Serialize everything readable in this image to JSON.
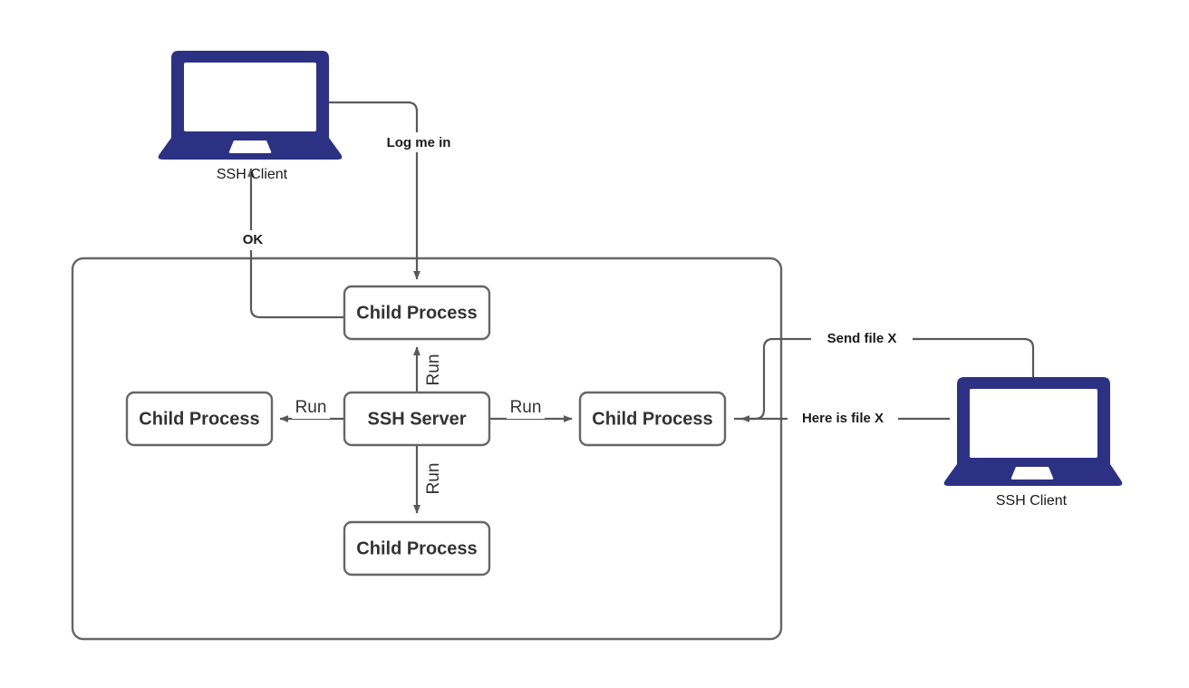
{
  "diagram": {
    "title": "SSH Server with Child Processes",
    "colors": {
      "laptop": "#2d3184",
      "box_border": "#666666",
      "edge": "#595959",
      "text": "#333333",
      "background": "#ffffff"
    },
    "devices": [
      {
        "id": "client-top-left",
        "label": "SSH Client"
      },
      {
        "id": "client-right",
        "label": "SSH Client"
      }
    ],
    "container": {
      "id": "server-host",
      "label": ""
    },
    "nodes": [
      {
        "id": "child-top",
        "label": "Child Process"
      },
      {
        "id": "child-left",
        "label": "Child Process"
      },
      {
        "id": "ssh-server",
        "label": "SSH Server"
      },
      {
        "id": "child-right",
        "label": "Child Process"
      },
      {
        "id": "child-bottom",
        "label": "Child Process"
      }
    ],
    "edges": [
      {
        "id": "login-request",
        "label": "Log me in",
        "from": "client-top-left",
        "to": "child-top",
        "style": "bold",
        "orientation": "horizontal"
      },
      {
        "id": "login-ok",
        "label": "OK",
        "from": "child-top",
        "to": "client-top-left",
        "style": "bold",
        "orientation": "horizontal"
      },
      {
        "id": "run-up",
        "label": "Run",
        "from": "ssh-server",
        "to": "child-top",
        "style": "plain",
        "orientation": "vertical"
      },
      {
        "id": "run-left",
        "label": "Run",
        "from": "ssh-server",
        "to": "child-left",
        "style": "plain",
        "orientation": "horizontal"
      },
      {
        "id": "run-right",
        "label": "Run",
        "from": "ssh-server",
        "to": "child-right",
        "style": "plain",
        "orientation": "horizontal"
      },
      {
        "id": "run-down",
        "label": "Run",
        "from": "ssh-server",
        "to": "child-bottom",
        "style": "plain",
        "orientation": "vertical"
      },
      {
        "id": "send-file",
        "label": "Send file X",
        "from": "child-right",
        "to": "client-right",
        "style": "bold",
        "orientation": "horizontal"
      },
      {
        "id": "here-is-file",
        "label": "Here is file X",
        "from": "client-right",
        "to": "child-right",
        "style": "bold",
        "orientation": "horizontal"
      }
    ]
  }
}
